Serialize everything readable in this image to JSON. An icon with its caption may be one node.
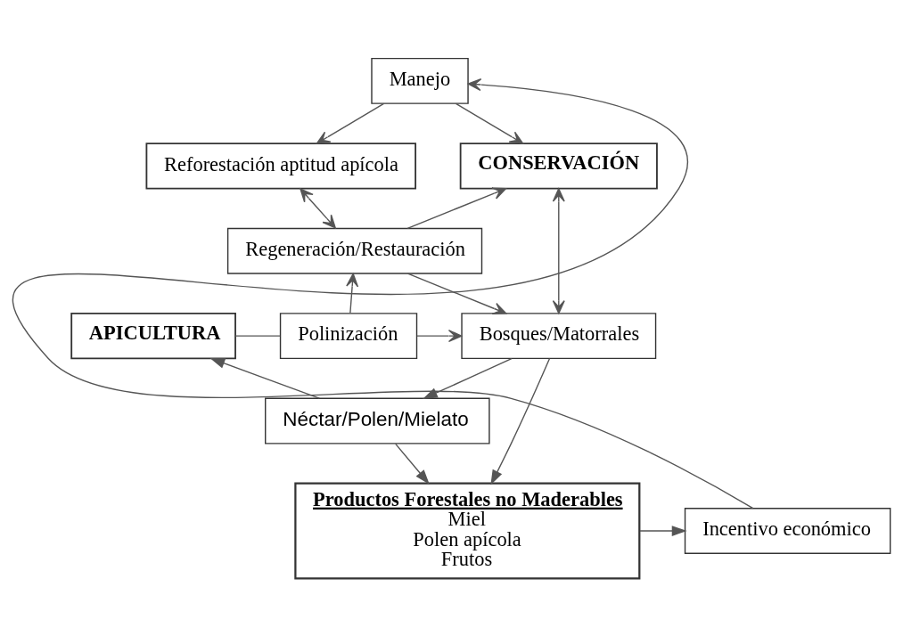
{
  "diagram": {
    "nodes": [
      {
        "text": [
          "Manejo"
        ]
      },
      {
        "text": [
          "CONSERVACIÓN"
        ]
      },
      {
        "text": [
          "Reforestación aptitud apícola"
        ]
      },
      {
        "text": [
          "Regeneración/Restauración"
        ]
      },
      {
        "text": [
          "Bosques/Matorrales"
        ]
      },
      {
        "text": [
          "Polinización"
        ]
      },
      {
        "text": [
          "APICULTURA"
        ]
      },
      {
        "text": [
          "Néctar/Polen/Mielato"
        ]
      },
      {
        "text": [
          "Productos Forestales no Maderables",
          "Miel",
          "Polen apícola",
          "Frutos"
        ]
      },
      {
        "text": [
          "Incentivo económico"
        ]
      }
    ],
    "edges": [
      {
        "from": 9,
        "to": 0,
        "arrow": "to"
      },
      {
        "from": 0,
        "to": 1,
        "arrow": "to"
      },
      {
        "from": 0,
        "to": 2,
        "arrow": "to"
      },
      {
        "from": 2,
        "to": 3,
        "arrow": "both"
      },
      {
        "from": 3,
        "to": 1,
        "arrow": "to"
      },
      {
        "from": 3,
        "to": 4,
        "arrow": "to"
      },
      {
        "from": 1,
        "to": 4,
        "arrow": "both"
      },
      {
        "from": 5,
        "to": 3,
        "arrow": "to"
      },
      {
        "from": 5,
        "to": 4,
        "arrow": "to"
      },
      {
        "from": 6,
        "to": 5,
        "arrow": "none"
      },
      {
        "from": 4,
        "to": 7,
        "arrow": "to"
      },
      {
        "from": 4,
        "to": 8,
        "arrow": "to"
      },
      {
        "from": 7,
        "to": 6,
        "arrow": "to"
      },
      {
        "from": 7,
        "to": 8,
        "arrow": "to"
      },
      {
        "from": 8,
        "to": 9,
        "arrow": "to"
      }
    ]
  }
}
